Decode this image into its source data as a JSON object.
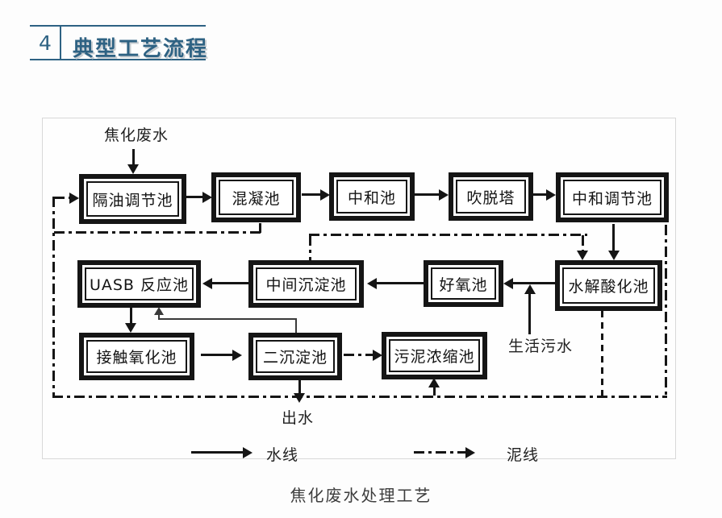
{
  "header": {
    "number": "4",
    "title": "典型工艺流程"
  },
  "diagram": {
    "input_label": "焦化废水",
    "nodes": {
      "oil_separation": "隔油调节池",
      "coagulation": "混凝池",
      "neutralization": "中和池",
      "stripping_tower": "吹脱塔",
      "neutralization_regulating": "中和调节池",
      "uasb": "UASB 反应池",
      "intermediate_sedimentation": "中间沉淀池",
      "aerobic": "好氧池",
      "hydrolysis_acidification": "水解酸化池",
      "contact_oxidation": "接触氧化池",
      "secondary_sedimentation": "二沉淀池",
      "sludge_thickening": "污泥浓缩池"
    },
    "labels": {
      "domestic_sewage": "生活污水",
      "effluent": "出水"
    },
    "legend": {
      "water_line": "水线",
      "sludge_line": "泥线"
    }
  },
  "caption": "焦化废水处理工艺",
  "colors": {
    "accent": "#2e6283",
    "diagram_line": "#151515"
  }
}
